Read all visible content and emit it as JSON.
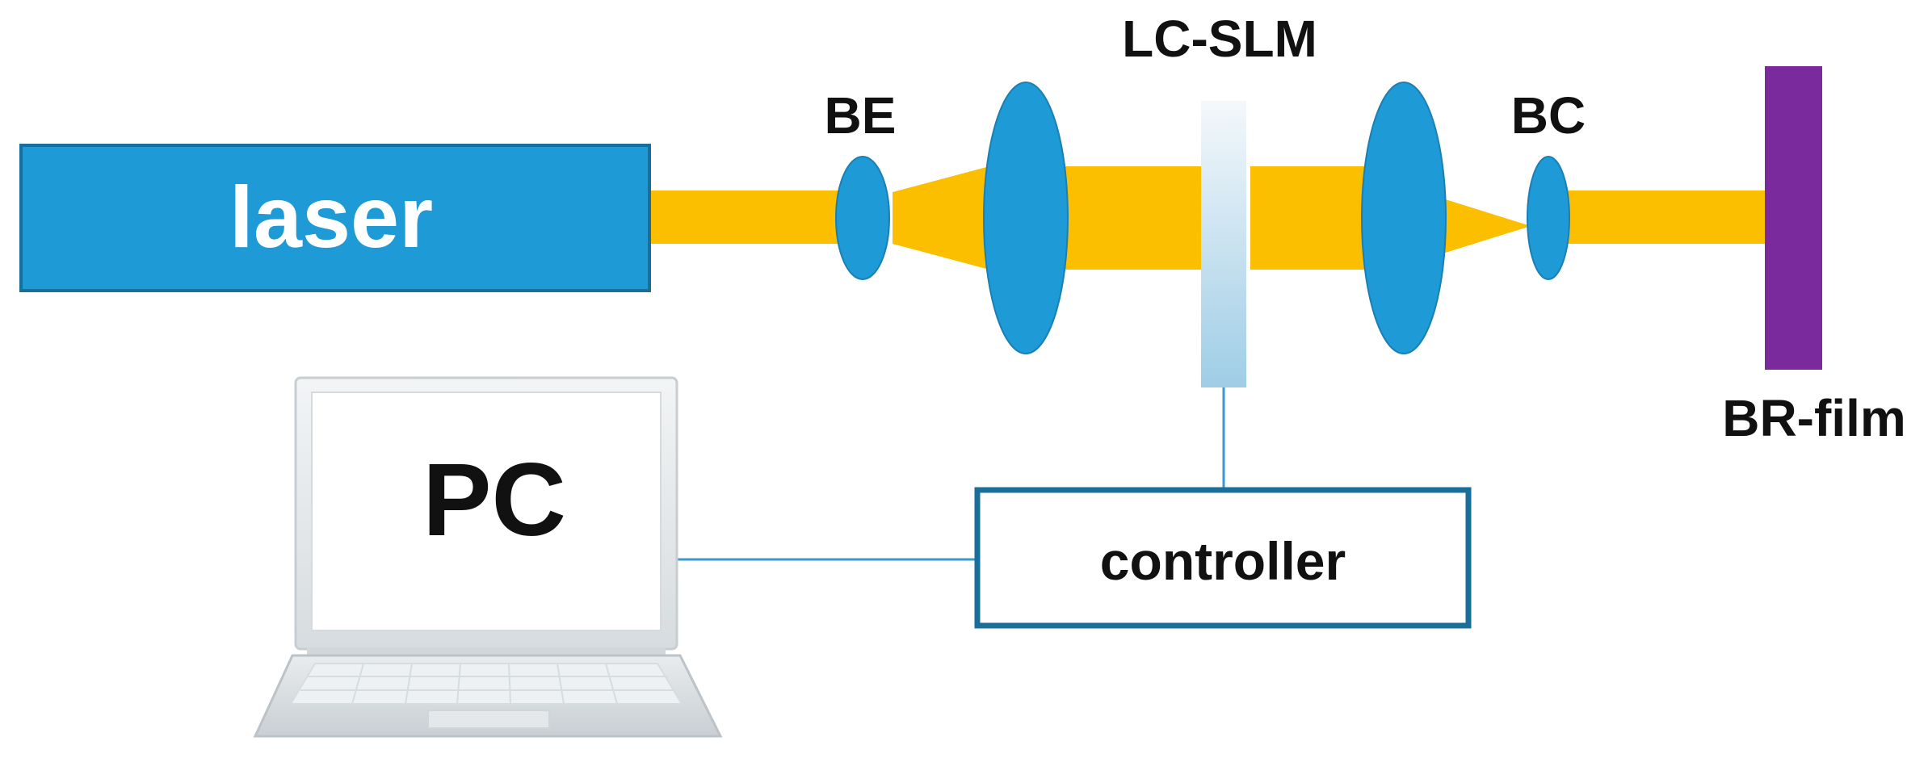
{
  "labels": {
    "laser": "laser",
    "be": "BE",
    "lc_slm": "LC-SLM",
    "bc": "BC",
    "br_film": "BR-film",
    "pc": "PC",
    "controller": "controller"
  },
  "colors": {
    "component_blue": "#1e9ad6",
    "beam_yellow": "#fbbf00",
    "film_purple": "#7b2a9e",
    "controller_border": "#1a6f9a",
    "wire": "#3a9ad0",
    "slm_top": "#f4f8fb",
    "slm_bottom": "#9fcde6"
  }
}
